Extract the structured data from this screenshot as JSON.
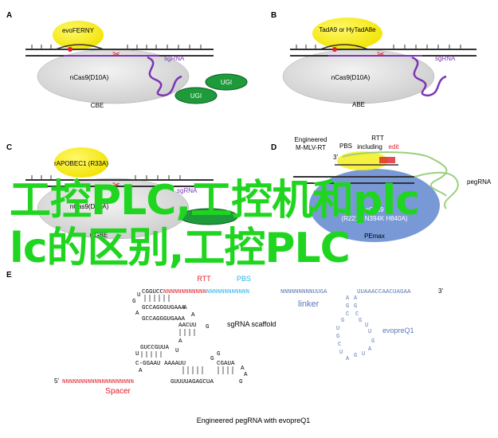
{
  "panels": {
    "a": {
      "letter": "A",
      "effector": "evoFERNY",
      "nuclease": "nCas9(D10A)",
      "ugi": "UGI",
      "ugi2": "UGI",
      "sgrna": "sgRNA",
      "editor": "CBE"
    },
    "b": {
      "letter": "B",
      "effector": "TadA9 or HyTadA8e",
      "nuclease": "nCas9(D10A)",
      "sgrna": "sgRNA",
      "editor": "ABE"
    },
    "c": {
      "letter": "C",
      "effector": "rAPOBEC1 (R33A)",
      "sgrna": "sgRNA",
      "nuclease": "nCas9(D10A)",
      "editor": "CGBE"
    },
    "d": {
      "letter": "D",
      "rt_line1": "Engineered",
      "rt_line2": "M-MLV-RT",
      "pbs": "PBS",
      "rtt1": "RTT",
      "rtt2": "including",
      "rtt_edit": "edit",
      "strand3": "3'",
      "pegrna": "pegRNA",
      "nuclease": "nCas9",
      "nuclease2": "(R221K N394K H840A)",
      "editor": "PEmax"
    },
    "e": {
      "letter": "E",
      "rtt": "RTT",
      "pbs": "PBS",
      "top_grey": "CGGUCC",
      "top_red": "NNNNNNNNNNNN",
      "top_blue": "NNNNNNNNNNNN",
      "linker_seq": "NNNNNNNNNUUGA",
      "evopreq_seq": "UUAAACCAACUAGAA",
      "end3": "3'",
      "linker": "linker",
      "scaffold_label": "sgRNA scaffold",
      "evopreq_label": "evopreQ1",
      "prime5": "5'",
      "spacer_seq": "NNNNNNNNNNNNNNNNNNNN",
      "scaffold_end": "GUUUUAGAGCUA",
      "spacer": "Spacer",
      "caption": "Engineered pegRNA with evopreQ1"
    }
  },
  "overlay": {
    "line1": "工控PLC,工控机和plc",
    "line2": "lc的区别,工控PLC"
  },
  "colors": {
    "yellow": "#f5ee1e",
    "green": "#1e9a3a",
    "purple": "#7b35b5",
    "red": "#e0202a",
    "blue": "#2ab4e8",
    "slate": "#5b78b5",
    "overlay": "#1fd51f",
    "grey_shape": "#dcdcdc",
    "pe_blue": "#7899d6"
  }
}
